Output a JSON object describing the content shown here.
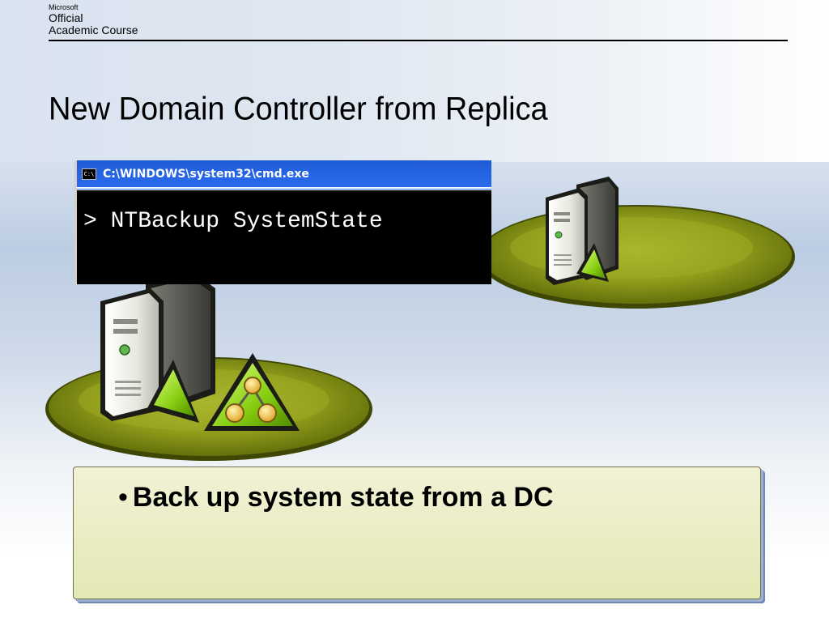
{
  "header": {
    "brand": "Microsoft",
    "official": "Official",
    "course": "Academic Course"
  },
  "slide": {
    "title": "New Domain Controller from Replica"
  },
  "console": {
    "window_title": "C:\\WINDOWS\\system32\\cmd.exe",
    "icon_text": "C:\\",
    "command": "> NTBackup SystemState"
  },
  "bullets": [
    {
      "text": "Back up system state from a DC"
    }
  ],
  "colors": {
    "titlebar_blue": "#2c6df0",
    "platform_green": "#8c9a1c",
    "callout_fill": "#eceec4",
    "arrow_green": "#8fd400"
  }
}
